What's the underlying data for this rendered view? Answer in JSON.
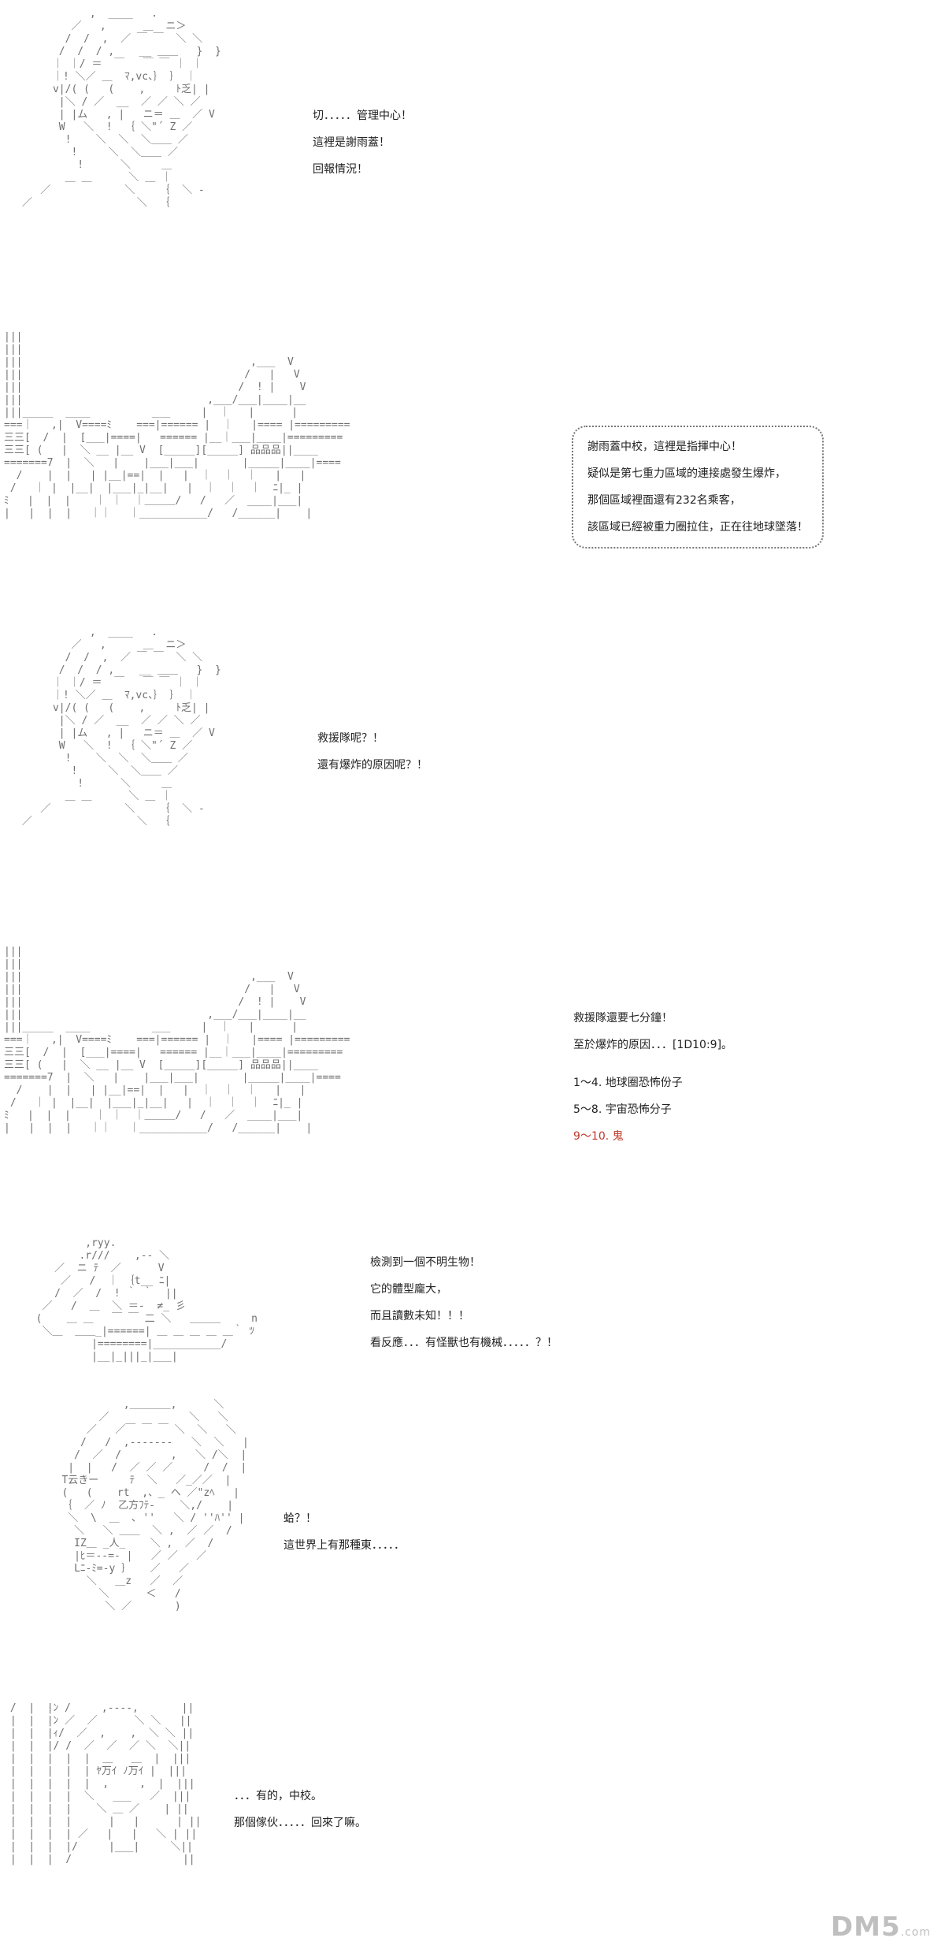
{
  "panel1": {
    "lines": [
      "切．．．．．管理中心！",
      "這裡是謝雨蓋！",
      "回報情況！"
    ]
  },
  "panel2": {
    "lines": [
      "謝雨蓋中校，這裡是指揮中心！",
      "疑似是第七重力區域的連接處發生爆炸，",
      "那個區域裡面還有232名乘客，",
      "該區域已經被重力圈拉住，正在往地球墜落！"
    ]
  },
  "panel3": {
    "lines": [
      "救援隊呢？！",
      "還有爆炸的原因呢？！"
    ]
  },
  "panel4": {
    "lines": [
      "救援隊還要七分鐘！",
      "至於爆炸的原因．．．[1D10:9]。",
      "1～4. 地球圈恐怖份子",
      "5～8. 宇宙恐怖分子",
      "9～10. 鬼"
    ],
    "highlight_color": "#c0392b"
  },
  "panel5": {
    "lines": [
      "檢測到一個不明生物！",
      "它的體型龐大，",
      "而且讀數未知！！！",
      "看反應．．．有怪獸也有機械．．．．．？！"
    ]
  },
  "panel6": {
    "lines": [
      "蛤？！",
      "這世界上有那種東．．．．．"
    ]
  },
  "panel7": {
    "lines": [
      "．．．有的，中校。",
      "那個傢伙．．．．．回來了嘛。"
    ]
  },
  "watermark": {
    "brand": "DM5",
    "site": ".com"
  }
}
